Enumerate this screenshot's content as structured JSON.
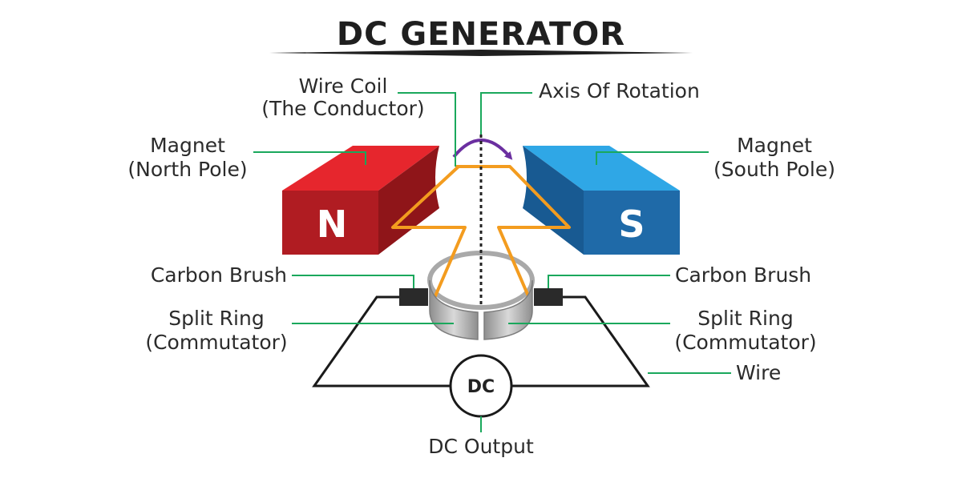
{
  "title": "DC GENERATOR",
  "colors": {
    "north": "#c62128",
    "south": "#2a8fd2",
    "coil": "#f39c1f",
    "leader": "#1aa85c",
    "arrow": "#6b2fa0"
  },
  "poles": {
    "north": "N",
    "south": "S"
  },
  "meter": "DC",
  "labels": {
    "wire_coil_1": "Wire Coil",
    "wire_coil_2": "(The Conductor)",
    "axis": "Axis Of Rotation",
    "magnet_n_1": "Magnet",
    "magnet_n_2": "(North Pole)",
    "magnet_s_1": "Magnet",
    "magnet_s_2": "(South Pole)",
    "brush_left": "Carbon Brush",
    "brush_right": "Carbon Brush",
    "ring_left_1": "Split Ring",
    "ring_left_2": "(Commutator)",
    "ring_right_1": "Split Ring",
    "ring_right_2": "(Commutator)",
    "wire": "Wire",
    "output": "DC Output"
  }
}
